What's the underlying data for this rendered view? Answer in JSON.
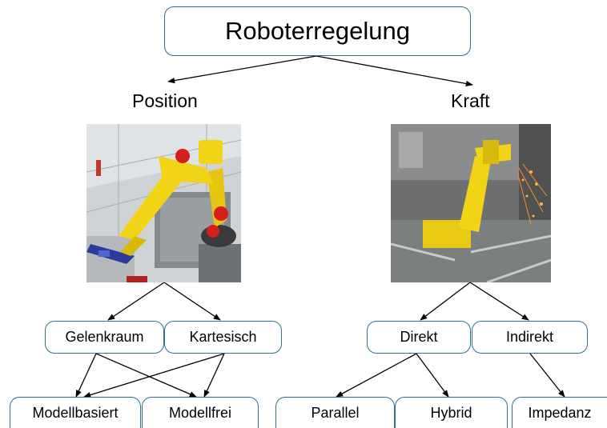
{
  "root": {
    "label": "Roboterregelung"
  },
  "branches": [
    {
      "label": "Position",
      "image": "simulated-yellow-robot-arm",
      "children": [
        {
          "label": "Gelenkraum"
        },
        {
          "label": "Kartesisch"
        }
      ],
      "leaves": [
        {
          "label": "Modellbasiert"
        },
        {
          "label": "Modellfrei"
        }
      ]
    },
    {
      "label": "Kraft",
      "image": "industrial-yellow-robot-grinding-sparks",
      "children": [
        {
          "label": "Direkt"
        },
        {
          "label": "Indirekt"
        }
      ],
      "leaves": [
        {
          "label": "Parallel"
        },
        {
          "label": "Hybrid"
        },
        {
          "label": "Impedanz"
        }
      ]
    }
  ],
  "colors": {
    "box_border": "#2f6f8f",
    "arrow": "#000000",
    "robot_yellow": "#f2d417"
  }
}
